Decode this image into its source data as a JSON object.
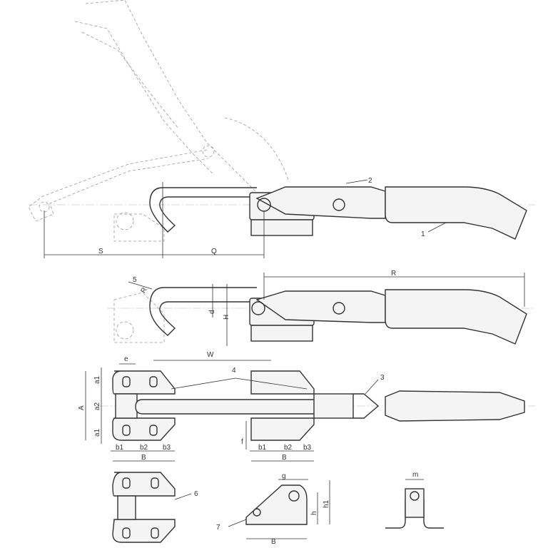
{
  "title": "Latch clamp technical drawing",
  "labels": {
    "part_1": "1",
    "part_2": "2",
    "part_3": "3",
    "part_4": "4",
    "part_5": "5",
    "part_6": "6",
    "part_7": "7",
    "S": "S",
    "Q": "Q",
    "R": "R",
    "radius": "R",
    "d": "d",
    "H": "H",
    "W": "W",
    "e": "e",
    "a1_top": "a1",
    "a2": "a2",
    "a1_bottom": "a1",
    "A": "A",
    "b1_left": "b1",
    "b2_left": "b2",
    "b3_left": "b3",
    "B_left": "B",
    "f": "f",
    "b1_right": "b1",
    "b2_right": "b2",
    "b3_right": "b3",
    "B_right": "B",
    "g": "g",
    "h": "h",
    "h1": "h1",
    "B_bracket": "B",
    "m": "m"
  }
}
